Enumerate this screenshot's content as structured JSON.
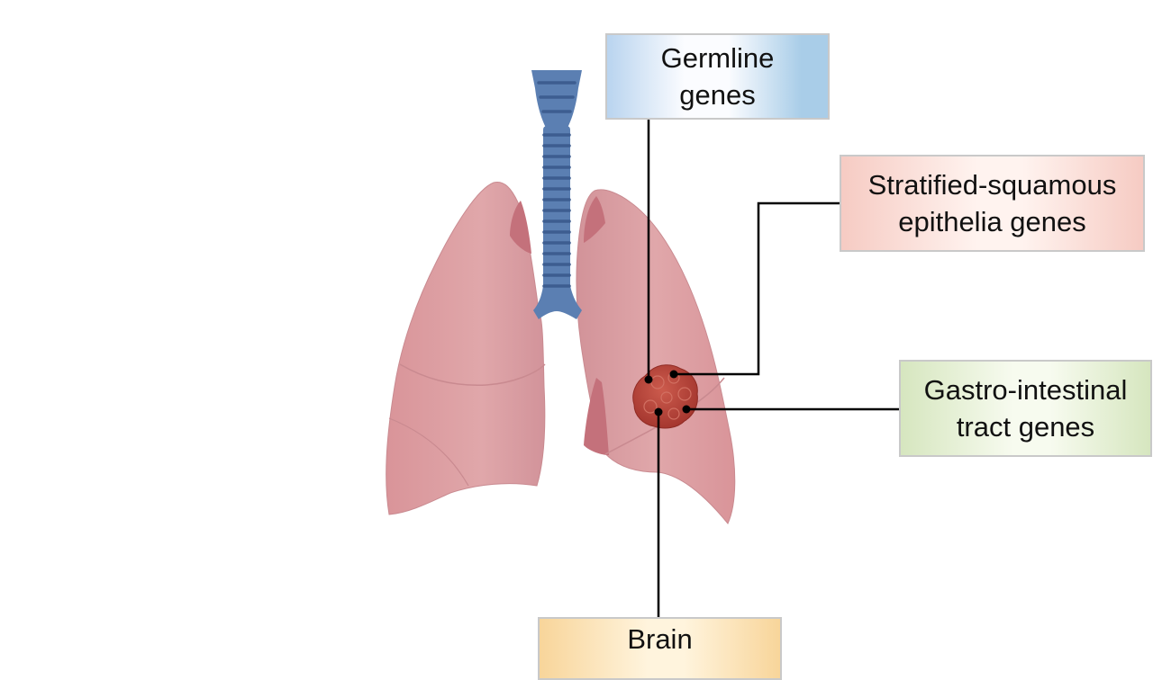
{
  "labels": {
    "germline": "Germline\ngenes",
    "squamous": "Stratified-squamous\nepithelia genes",
    "gastrointestinal": "Gastro-intestinal\ntract genes",
    "brain": "Brain"
  },
  "colors": {
    "lung_fill": "#dba0a4",
    "lung_shadow": "#c6737d",
    "trachea": "#5b7fb2",
    "trachea_ring": "#3d5d90",
    "tumor": "#b5443a",
    "leader_line": "#000000"
  }
}
